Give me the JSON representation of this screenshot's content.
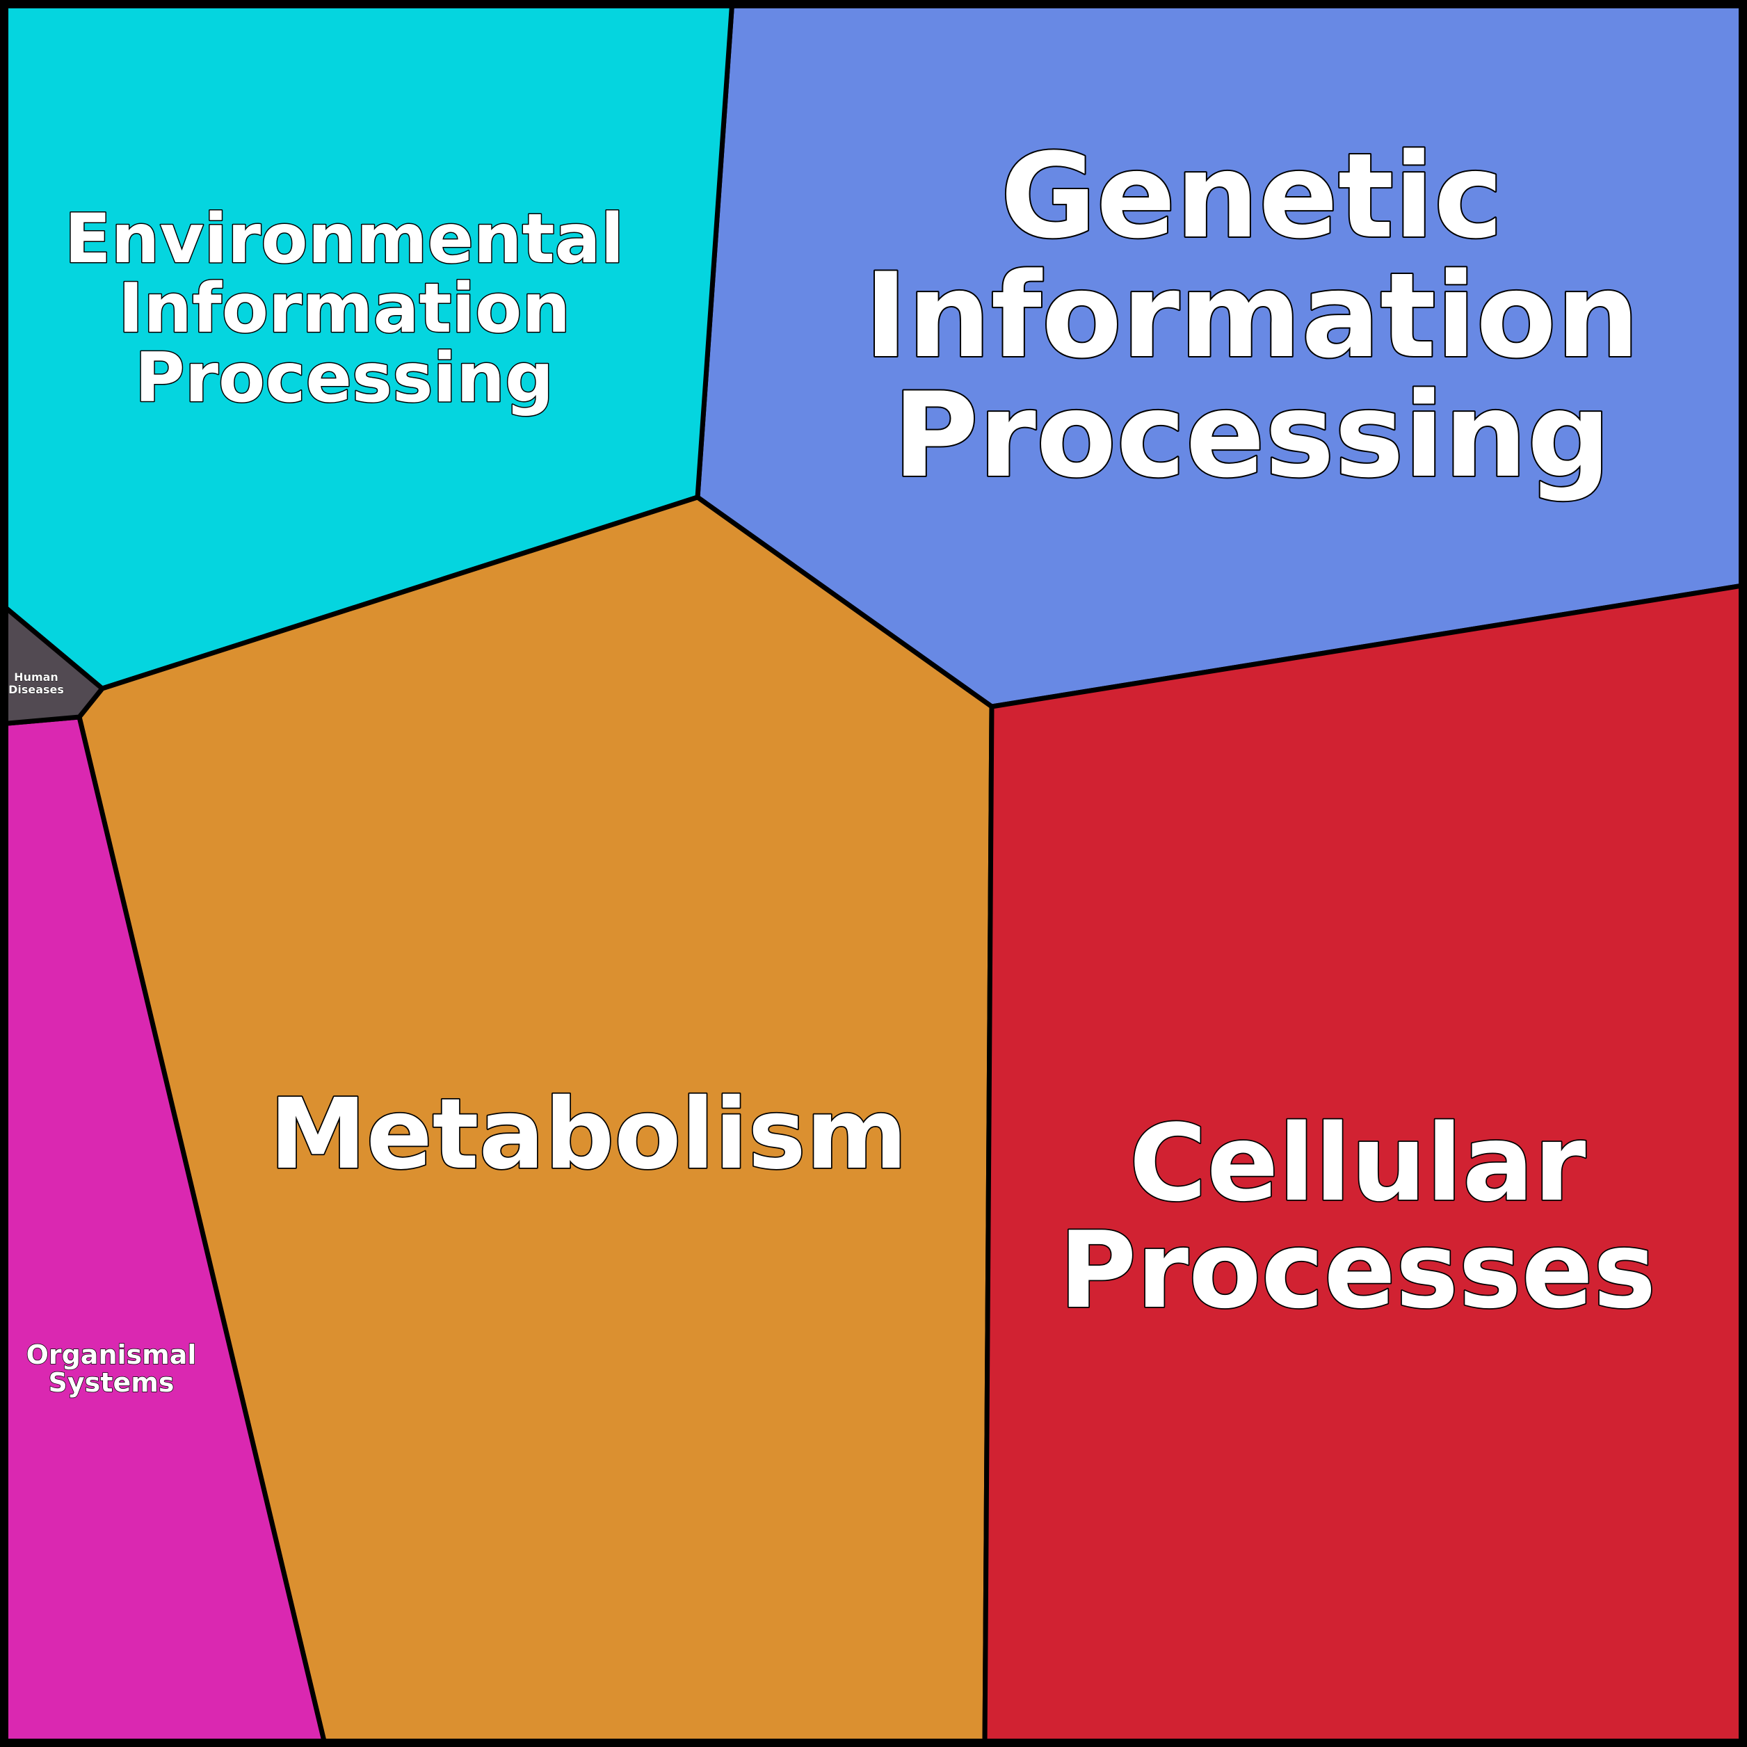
{
  "regions": [
    {
      "id": "genetic",
      "lines": [
        "Genetic",
        "Information",
        "Processing"
      ],
      "color": "#6889e4"
    },
    {
      "id": "environmental",
      "lines": [
        "Environmental",
        "Information",
        "Processing"
      ],
      "color": "#05d5df"
    },
    {
      "id": "metabolism",
      "lines": [
        "Metabolism"
      ],
      "color": "#db9030"
    },
    {
      "id": "cellular",
      "lines": [
        "Cellular",
        "Processes"
      ],
      "color": "#d12232"
    },
    {
      "id": "organismal",
      "lines": [
        "Organismal",
        "Systems"
      ],
      "color": "#da28b1"
    },
    {
      "id": "human",
      "lines": [
        "Human",
        "Diseases"
      ],
      "color": "#524a52"
    }
  ]
}
